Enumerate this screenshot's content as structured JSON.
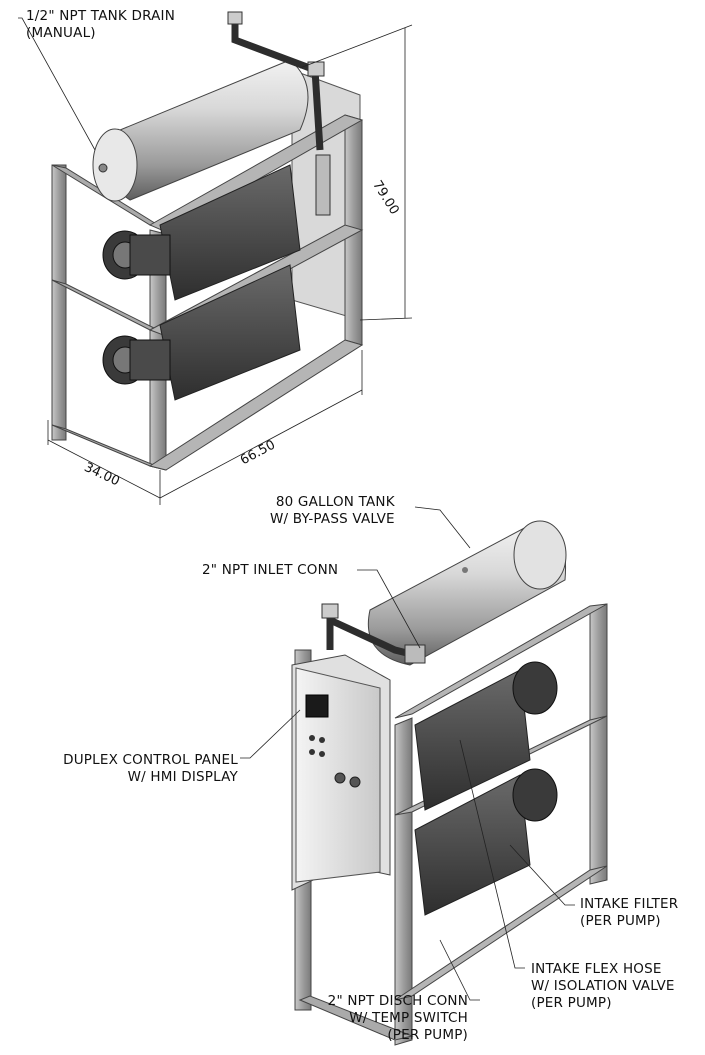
{
  "labels": {
    "tank_drain": [
      "1/2\" NPT TANK DRAIN",
      "(MANUAL)"
    ],
    "tank": [
      "80 GALLON TANK",
      "W/ BY-PASS VALVE"
    ],
    "inlet": [
      "2\" NPT INLET CONN"
    ],
    "control_panel": [
      "DUPLEX CONTROL PANEL",
      "W/ HMI DISPLAY"
    ],
    "intake_filter": [
      "INTAKE FILTER",
      "(PER PUMP)"
    ],
    "flex_hose": [
      "INTAKE FLEX HOSE",
      "W/ ISOLATION VALVE",
      "(PER PUMP)"
    ],
    "disch": [
      "2\" NPT DISCH CONN",
      "W/ TEMP SWITCH",
      "(PER PUMP)"
    ]
  },
  "dimensions": {
    "height": "79.00",
    "width": "66.50",
    "depth": "34.00"
  }
}
